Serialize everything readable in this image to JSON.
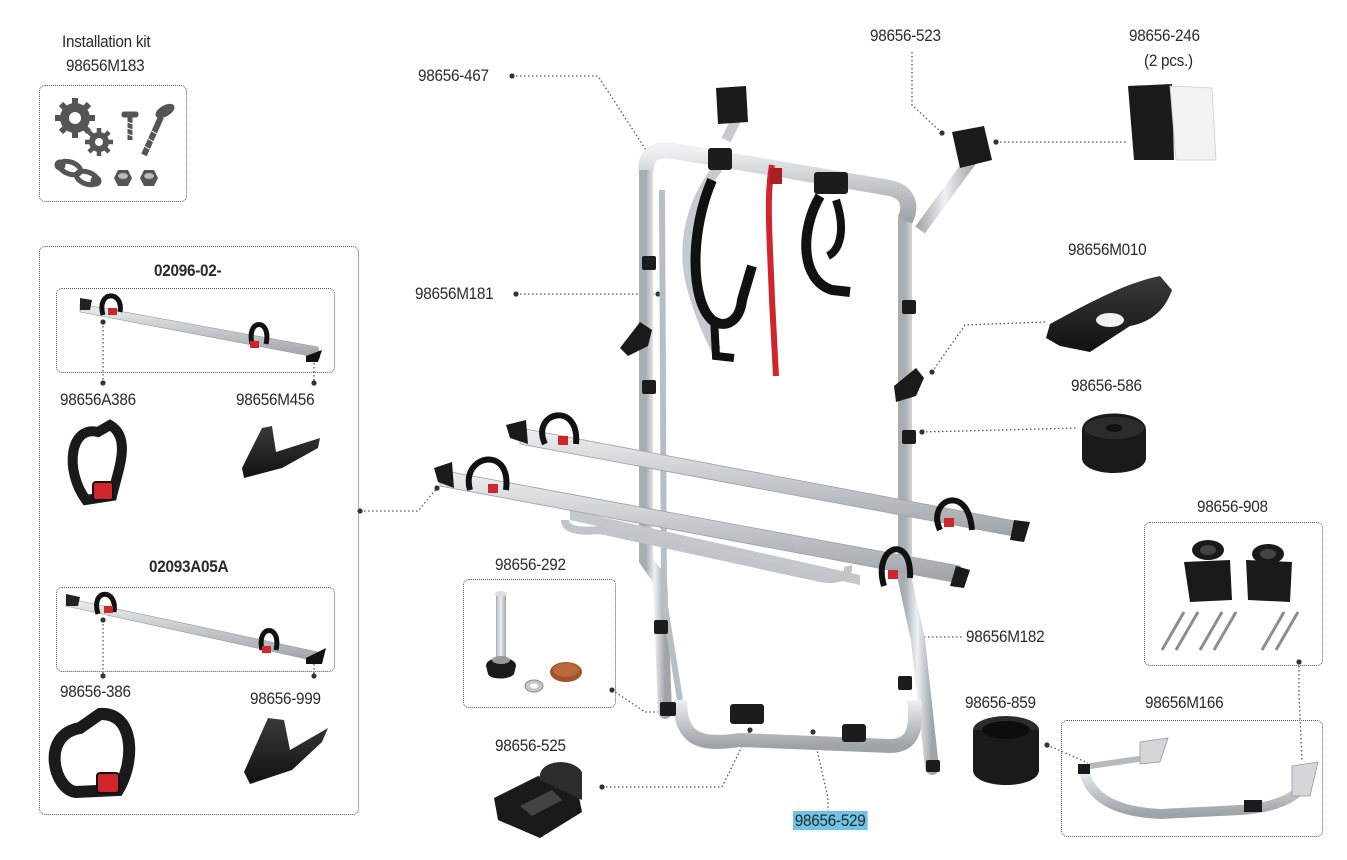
{
  "installation_kit": {
    "title": "Installation kit",
    "code": "98656M183"
  },
  "labels": {
    "p467": "98656-467",
    "p523": "98656-523",
    "p246": "98656-246",
    "p246_qty": "(2 pcs.)",
    "pM010": "98656M010",
    "pM181": "98656M181",
    "p586": "98656-586",
    "p908": "98656-908",
    "pM182": "98656M182",
    "p292": "98656-292",
    "p525": "98656-525",
    "p859": "98656-859",
    "pM166": "98656M166",
    "p529": "98656-529"
  },
  "rail_group": {
    "rail_a": {
      "code": "02096-02-",
      "strap": "98656A386",
      "shoe": "98656M456"
    },
    "rail_b": {
      "code": "02093A05A",
      "strap": "98656-386",
      "shoe": "98656-999"
    }
  },
  "colors": {
    "highlight": "#6ec3e6",
    "aluminium": "#c9ccd0",
    "black_part": "#1c1c1c",
    "red_accent": "#d0262b",
    "leader": "#555555"
  }
}
